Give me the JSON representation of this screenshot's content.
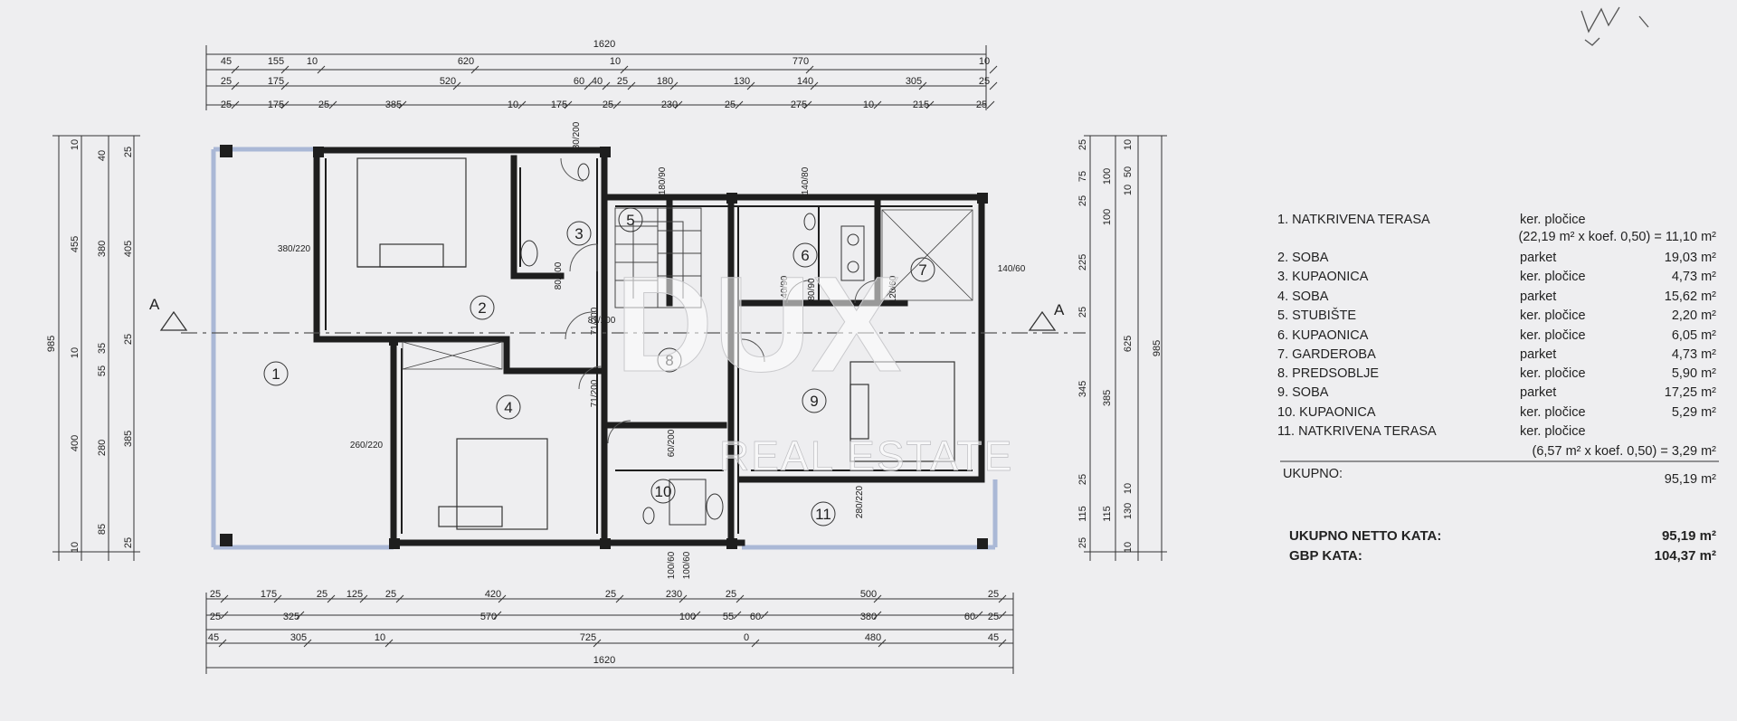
{
  "top_dims": {
    "total": "1620",
    "row1": [
      "45",
      "155",
      "10",
      "620",
      "10",
      "770",
      "10"
    ],
    "row2": [
      "25",
      "175",
      "520",
      "60",
      "40",
      "25",
      "180",
      "130",
      "140",
      "305",
      "25"
    ],
    "row3": [
      "25",
      "175",
      "25",
      "385",
      "10",
      "175",
      "25",
      "230",
      "25",
      "275",
      "10",
      "215",
      "25"
    ]
  },
  "bottom_dims": {
    "row1": [
      "25",
      "175",
      "25",
      "125",
      "25",
      "420",
      "25",
      "230",
      "25",
      "500",
      "25"
    ],
    "row2": [
      "25",
      "325",
      "570",
      "100",
      "55",
      "60",
      "380",
      "60",
      "25"
    ],
    "row3": [
      "45",
      "305",
      "10",
      "725",
      "0",
      "480",
      "45"
    ],
    "total": "1620"
  },
  "left_dims": {
    "outer": "985",
    "col2": [
      "10",
      "455",
      "10",
      "400",
      "10"
    ],
    "col3": [
      "40",
      "380",
      "35",
      "55",
      "280",
      "85"
    ],
    "col4": [
      "25",
      "405",
      "25",
      "385",
      "25"
    ]
  },
  "right_dims": {
    "outer": "985",
    "col1": [
      "10",
      "50",
      "10",
      "625",
      "10",
      "130",
      "10"
    ],
    "col2": [
      "100",
      "100",
      "385",
      "115"
    ],
    "col3": [
      "25",
      "75",
      "25",
      "225",
      "25",
      "345",
      "25",
      "115",
      "25"
    ]
  },
  "rooms": [
    "1",
    "2",
    "3",
    "4",
    "5",
    "6",
    "7",
    "8",
    "9",
    "10",
    "11"
  ],
  "door_labels": [
    "380/220",
    "260/220",
    "80/200",
    "80/200",
    "71/200",
    "71/200",
    "60/200",
    "81/200",
    "280/220",
    "140/60",
    "180/90",
    "140/80",
    "80/90",
    "120/60",
    "100/60",
    "100/60",
    "140/90"
  ],
  "section_marker": "A",
  "watermark": {
    "main": "DUX",
    "sub": "REAL ESTATE"
  },
  "legend": {
    "rows": [
      {
        "name": "1. NATKRIVENA TERASA",
        "finish": "ker. pločice",
        "area": ""
      },
      {
        "name": "",
        "finish": "(22,19 m² x koef. 0,50) = 11,10 m²",
        "area": ""
      },
      {
        "name": "2. SOBA",
        "finish": "parket",
        "area": "19,03 m²"
      },
      {
        "name": "3. KUPAONICA",
        "finish": "ker. pločice",
        "area": "4,73 m²"
      },
      {
        "name": "4. SOBA",
        "finish": "parket",
        "area": "15,62 m²"
      },
      {
        "name": "5. STUBIŠTE",
        "finish": "ker. pločice",
        "area": "2,20 m²"
      },
      {
        "name": "6. KUPAONICA",
        "finish": "ker. pločice",
        "area": "6,05 m²"
      },
      {
        "name": "7. GARDEROBA",
        "finish": "parket",
        "area": "4,73 m²"
      },
      {
        "name": "8. PREDSOBLJE",
        "finish": "ker. pločice",
        "area": "5,90 m²"
      },
      {
        "name": "9. SOBA",
        "finish": "parket",
        "area": "17,25 m²"
      },
      {
        "name": "10. KUPAONICA",
        "finish": "ker. pločice",
        "area": "5,29 m²"
      },
      {
        "name": "11. NATKRIVENA TERASA",
        "finish": "ker. pločice",
        "area": ""
      },
      {
        "name": "",
        "finish": "(6,57 m² x koef. 0,50) = 3,29 m²",
        "area": ""
      }
    ],
    "total_label": "UKUPNO:",
    "total_value": "95,19 m²",
    "netto_label": "UKUPNO NETTO KATA:",
    "netto_value": "95,19 m²",
    "gbp_label": "GBP KATA:",
    "gbp_value": "104,37 m²"
  },
  "colors": {
    "wall": "#1e1e1e",
    "terrace_edge": "#aab8d6",
    "paper": "#eeeef0"
  }
}
